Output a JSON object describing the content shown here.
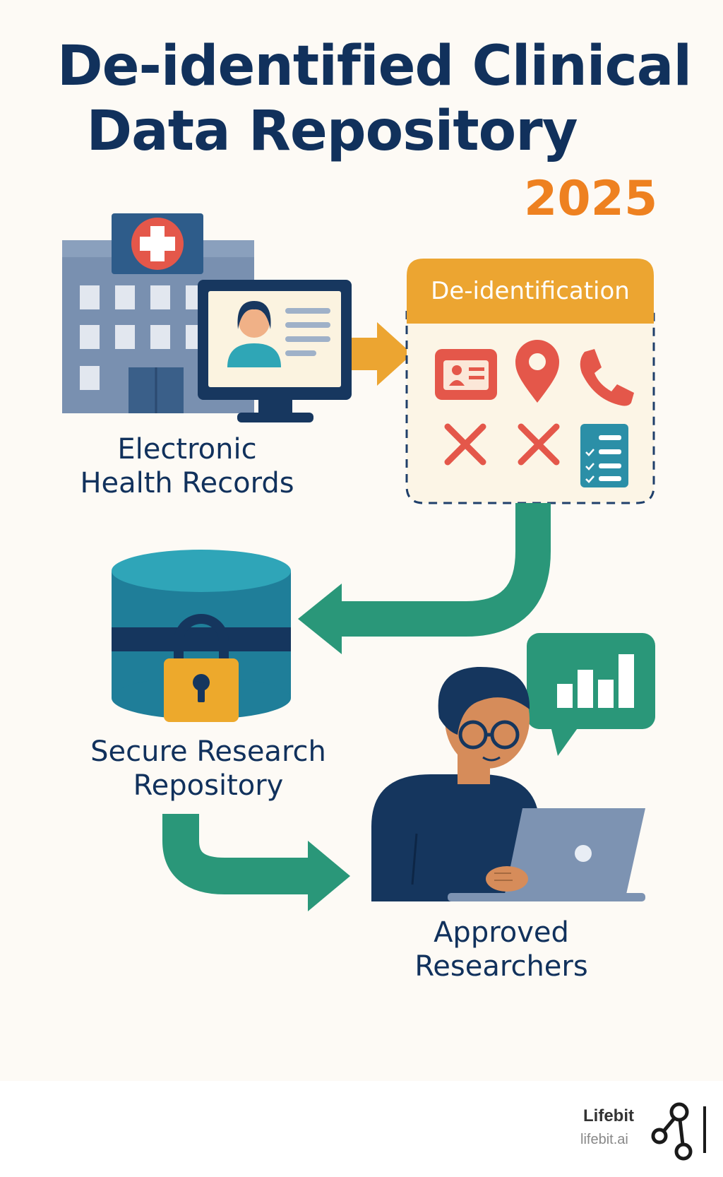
{
  "header": {
    "title_line1": "De-identified Clinical",
    "title_line2": "Data Repository",
    "year": "2025"
  },
  "nodes": {
    "ehr": {
      "line1": "Electronic",
      "line2": "Health Records",
      "icon": "hospital-icon"
    },
    "deidentification": {
      "label": "De-identification",
      "icons": [
        "id-card-icon",
        "location-pin-icon",
        "phone-icon",
        "cross-icon",
        "cross-icon",
        "checklist-icon"
      ]
    },
    "repository": {
      "line1": "Secure Research",
      "line2": "Repository",
      "icon": "locked-database-icon"
    },
    "researchers": {
      "line1": "Approved",
      "line2": "Researchers",
      "icon": "researcher-laptop-icon"
    }
  },
  "footer": {
    "brand": "Lifebit",
    "url": "lifebit.ai",
    "logo": "lifebit-logo-icon"
  },
  "colors": {
    "navy": "#11315c",
    "orange": "#ee8120",
    "amber": "#eca531",
    "teal": "#2a9779",
    "red": "#e4574a",
    "blue_teal": "#2b8fa7",
    "background": "#fdfaf5"
  }
}
